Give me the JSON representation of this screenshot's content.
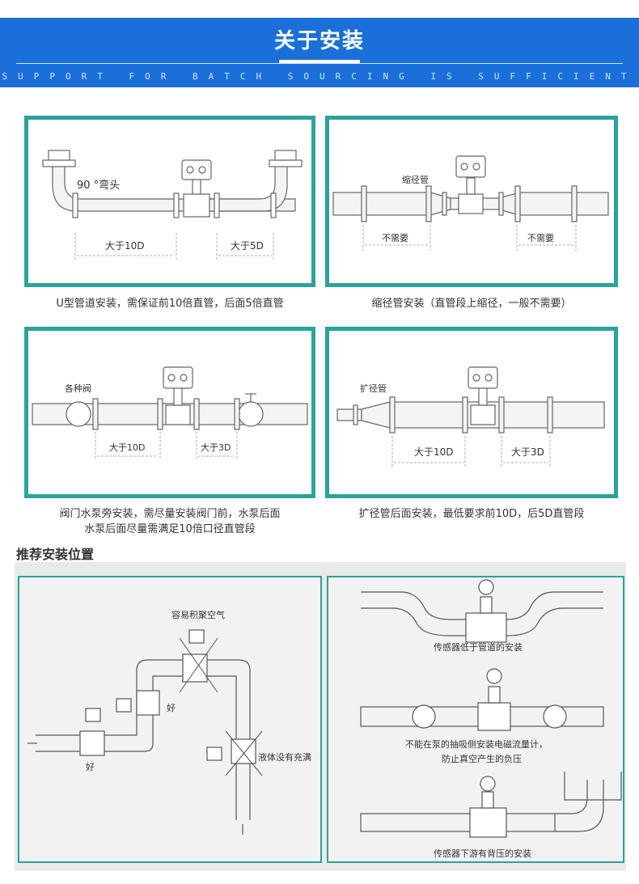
{
  "banner": {
    "title": "关于安装",
    "subtitle": "SUPPORT FOR BATCH SOURCING IS SUFFICIENT",
    "color": "#1a70d8"
  },
  "accent": "#2aa39b",
  "panels": [
    {
      "labels": [
        "90 °弯头",
        "大于10D",
        "大于5D"
      ],
      "caption": "U型管道安装，需保证前10倍直管，后面5倍直管"
    },
    {
      "labels": [
        "缩径管",
        "不需要",
        "不需要"
      ],
      "caption": "缩径管安装（直管段上缩径，一般不需要）"
    },
    {
      "labels": [
        "各种阀",
        "大于10D",
        "大于3D"
      ],
      "caption_lines": [
        "阀门水泵旁安装，需尽量安装阀门前，水泵后面",
        "水泵后面尽量需满足10倍口径直管段"
      ]
    },
    {
      "labels": [
        "扩径管",
        "大于10D",
        "大于3D"
      ],
      "caption": "扩径管后面安装，最低要求前10D，后5D直管段"
    }
  ],
  "recommend": {
    "title": "推荐安装位置",
    "left": {
      "air": "容易积聚空气",
      "good1": "好",
      "good2": "好",
      "notfull": "液体没有充满"
    },
    "right": {
      "low": "传感器低于管道的安装",
      "pump1": "不能在泵的抽吸侧安装电磁流量计，",
      "pump2": "防止真空产生的负压",
      "back": "传感器下游有背压的安装"
    }
  }
}
